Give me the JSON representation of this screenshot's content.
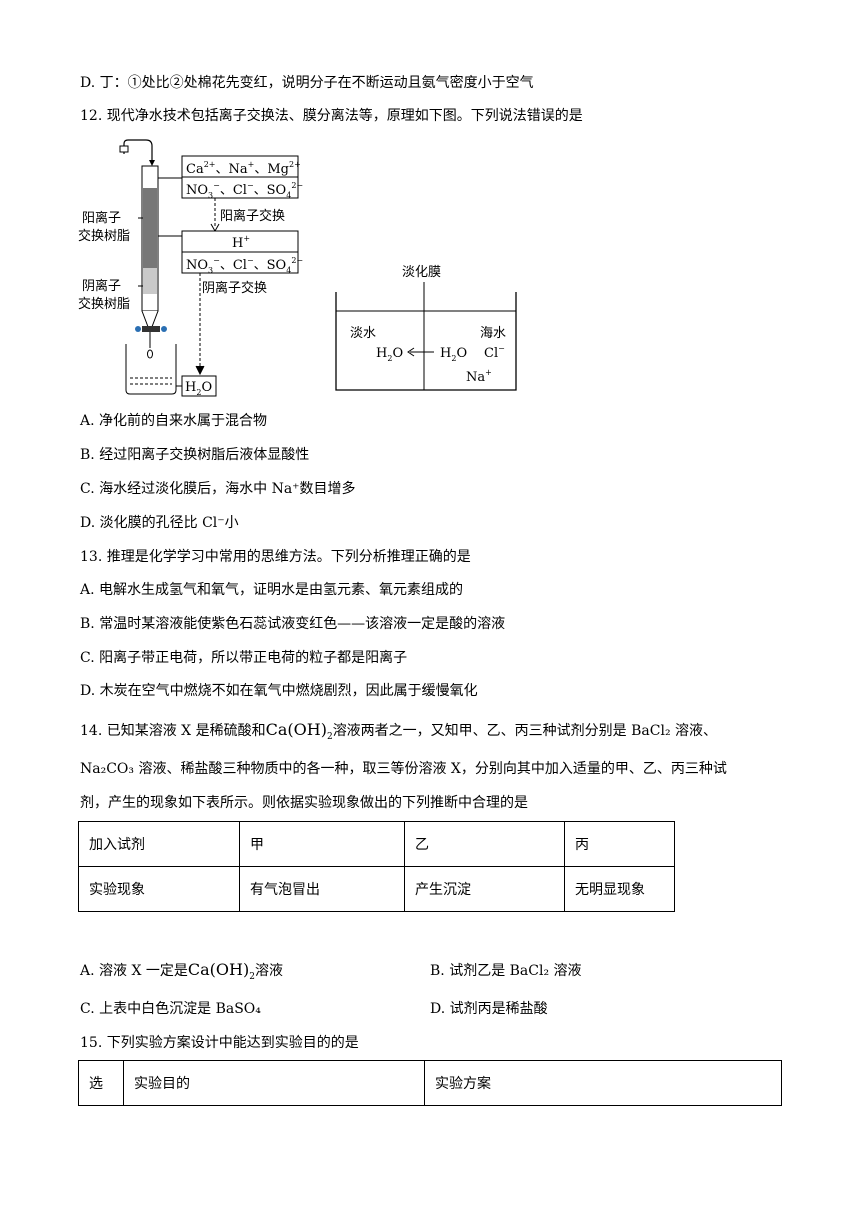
{
  "lines": {
    "l_d11": "D. 丁：①处比②处棉花先变红，说明分子在不断运动且氨气密度小于空气",
    "q12": "12. 现代净水技术包括离子交换法、膜分离法等，原理如下图。下列说法错误的是",
    "q12a": "A. 净化前的自来水属于混合物",
    "q12b": "B. 经过阳离子交换树脂后液体显酸性",
    "q12c": "C. 海水经过淡化膜后，海水中 Na⁺数目增多",
    "q12d": "D. 淡化膜的孔径比 Cl⁻小",
    "q13": "13. 推理是化学学习中常用的思维方法。下列分析推理正确的是",
    "q13a": "A. 电解水生成氢气和氧气，证明水是由氢元素、氧元素组成的",
    "q13b": "B. 常温时某溶液能使紫色石蕊试液变红色——该溶液一定是酸的溶液",
    "q13c": "C. 阳离子带正电荷，所以带正电荷的粒子都是阳离子",
    "q13d": "D. 木炭在空气中燃烧不如在氧气中燃烧剧烈，因此属于缓慢氧化",
    "q14_1a": "14. 已知某溶液 X 是稀硫酸和",
    "q14_1b": "溶液两者之一，又知甲、乙、丙三种试剂分别是 BaCl₂ 溶液、",
    "q14_2": "Na₂CO₃ 溶液、稀盐酸三种物质中的各一种，取三等份溶液 X，分别向其中加入适量的甲、乙、丙三种试",
    "q14_3": "剂，产生的现象如下表所示。则依据实验现象做出的下列推断中合理的是",
    "q14a_pre": "A. 溶液 X 一定是",
    "q14a_post": "溶液",
    "q14b": "B. 试剂乙是 BaCl₂ 溶液",
    "q14c": "C. 上表中白色沉淀是 BaSO₄",
    "q14d": "D. 试剂丙是稀盐酸",
    "q15": "15. 下列实验方案设计中能达到实验目的的是"
  },
  "formula": {
    "ca": "Ca",
    "oh": "OH",
    "sub2": "2"
  },
  "figure": {
    "resin_cation": "阳离子\n交换树脂",
    "resin_anion": "阴离子\n交换树脂",
    "box1_row1": "Ca²⁺、Na⁺、Mg²⁺",
    "box1_row2": "NO₃⁻、Cl⁻、SO₄²⁻",
    "step1": "阳离子交换",
    "box2_row1": "H⁺",
    "box2_row2": "NO₃⁻、Cl⁻、SO₄²⁻",
    "step2": "阴离子交换",
    "out": "H₂O",
    "membrane": "淡化膜",
    "fresh": "淡水",
    "sea": "海水",
    "h2o_left": "H₂O",
    "h2o_right": "H₂O",
    "cl": "Cl⁻",
    "na": "Na⁺"
  },
  "table14": {
    "rows": [
      [
        "加入试剂",
        "甲",
        "乙",
        "丙"
      ],
      [
        "实验现象",
        "有气泡冒出",
        "产生沉淀",
        "无明显现象"
      ]
    ]
  },
  "table15": {
    "header": [
      "选",
      "实验目的",
      "实验方案"
    ]
  }
}
